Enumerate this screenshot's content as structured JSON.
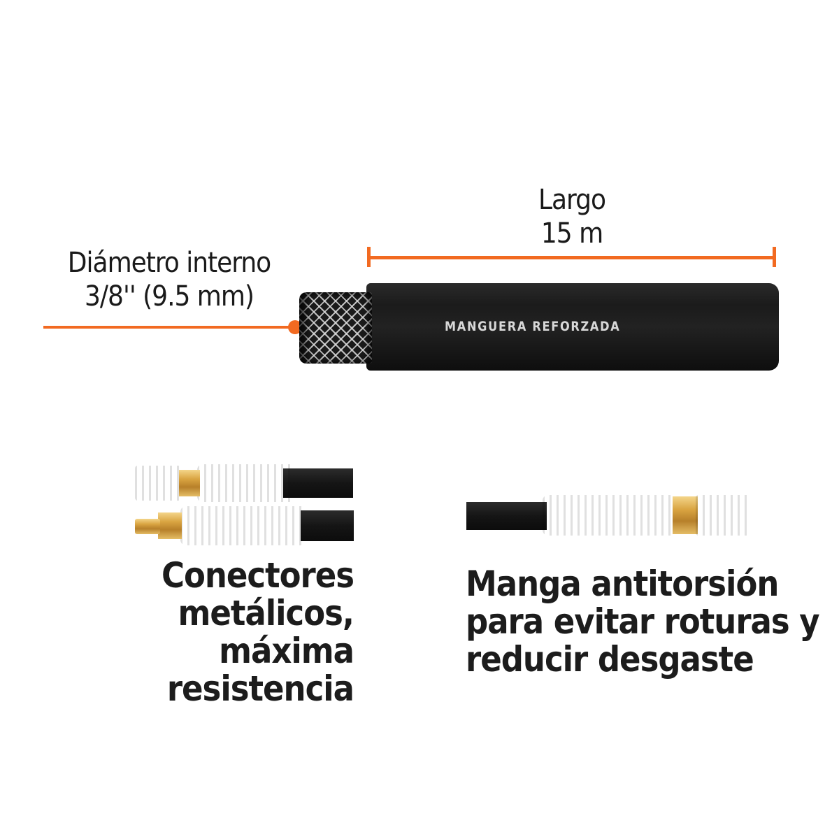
{
  "colors": {
    "accent": "#f26a21",
    "text": "#1a1a1a",
    "hose": "#1a1a1a",
    "brass": "#d9a441",
    "background": "#ffffff"
  },
  "length_spec": {
    "label": "Largo",
    "value": "15 m"
  },
  "diameter_spec": {
    "label": "Diámetro interno",
    "value": "3/8'' (9.5 mm)"
  },
  "hose": {
    "print_text": "MANGUERA REFORZADA"
  },
  "features": [
    {
      "lines": [
        "Conectores",
        "metálicos, máxima",
        "resistencia"
      ]
    },
    {
      "lines": [
        "Manga antitorsión",
        "para evitar roturas y",
        "reducir desgaste"
      ]
    }
  ]
}
